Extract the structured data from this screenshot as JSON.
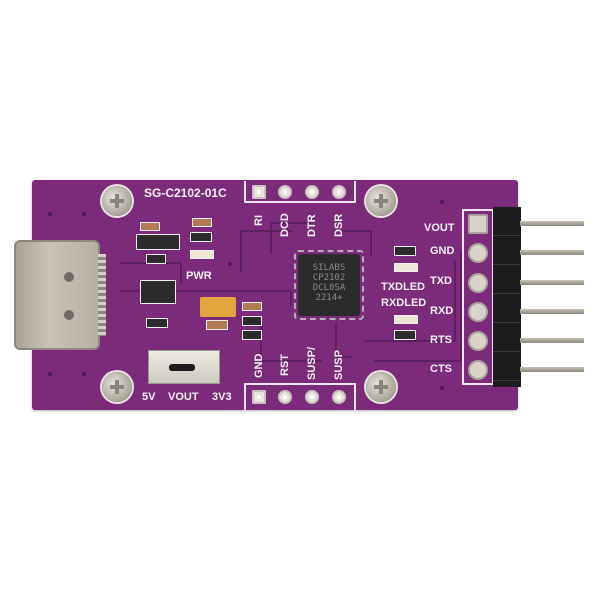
{
  "photo": {
    "subject": "USB to TTL serial adapter board",
    "board_color": "#7b2b7a",
    "background_color": "#ffffff"
  },
  "board": {
    "model_label": "SG-C2102-01C",
    "power_led_label": "PWR",
    "chip": {
      "lines": [
        "SILABS",
        "CP2102",
        "DCL0SA",
        "2214+"
      ]
    },
    "top_header_labels": [
      "RI",
      "DCD",
      "DTR",
      "DSR"
    ],
    "bottom_header_labels": [
      "GND",
      "RST",
      "SUSP/",
      "SUSP"
    ],
    "switch_labels": {
      "left": "5V",
      "center": "VOUT",
      "right": "3V3"
    },
    "led_labels": [
      "TXDLED",
      "RXDLED"
    ],
    "right_header_labels": [
      "VOUT",
      "GND",
      "TXD",
      "RXD",
      "RTS",
      "CTS"
    ]
  }
}
